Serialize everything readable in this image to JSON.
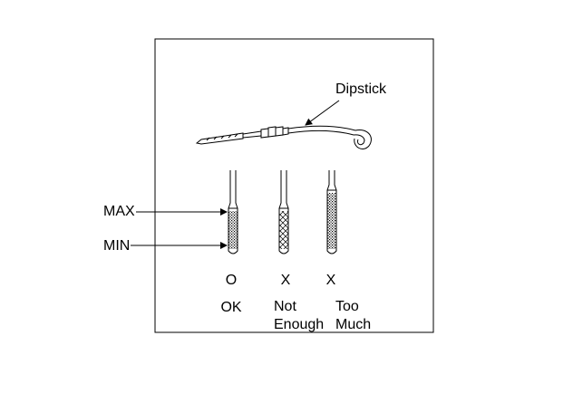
{
  "labels": {
    "dipstick": "Dipstick",
    "max": "MAX",
    "min": "MIN"
  },
  "columns": [
    {
      "mark": "O",
      "caption_line1": "OK",
      "caption_line2": ""
    },
    {
      "mark": "X",
      "caption_line1": "Not",
      "caption_line2": "Enough"
    },
    {
      "mark": "X",
      "caption_line1": "Too",
      "caption_line2": "Much"
    }
  ],
  "colors": {
    "line": "#000000",
    "background": "#ffffff"
  }
}
